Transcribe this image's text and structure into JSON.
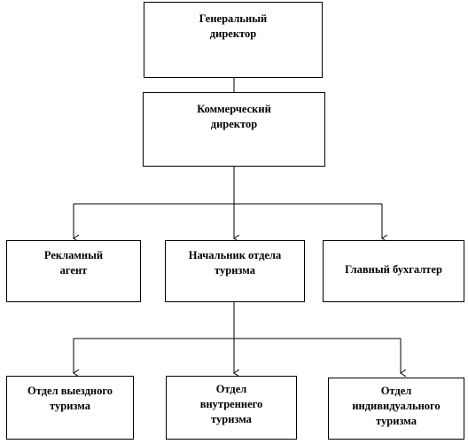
{
  "nodes": {
    "ceo": {
      "label": "Генеральный\nдиректор"
    },
    "commercial_director": {
      "label": "Коммерческий\nдиректор"
    },
    "advertising_agent": {
      "label": "Рекламный\nагент"
    },
    "tourism_head": {
      "label": "Начальник отдела\nтуризма"
    },
    "chief_accountant": {
      "label": "Главный бухгалтер"
    },
    "outbound_tourism": {
      "label": "Отдел выездного\nтуризма"
    },
    "domestic_tourism": {
      "label": "Отдел\nвнутреннего\nтуризма"
    },
    "individual_tourism": {
      "label": "Отдел\nиндивидуального\nтуризма"
    }
  },
  "colors": {
    "line": "#000000",
    "box_border": "#000000",
    "background": "#ffffff"
  }
}
